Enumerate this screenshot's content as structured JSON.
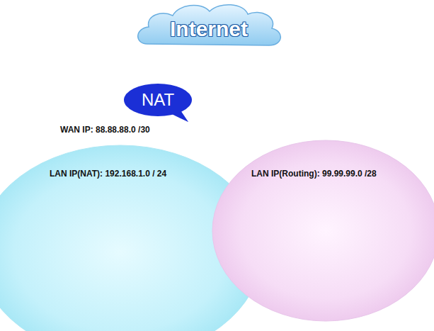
{
  "diagram": {
    "nodes": [
      {
        "text": [
          "Internet"
        ]
      },
      {
        "text": [
          "NAT"
        ]
      },
      {
        "text": [
          "LAN IP(NAT): 192.168.1.0 / 24"
        ]
      },
      {
        "text": [
          "LAN IP(Routing): 99.99.99.0 /28"
        ]
      }
    ],
    "labels": [
      "WAN IP: 88.88.88.0 /30"
    ]
  }
}
